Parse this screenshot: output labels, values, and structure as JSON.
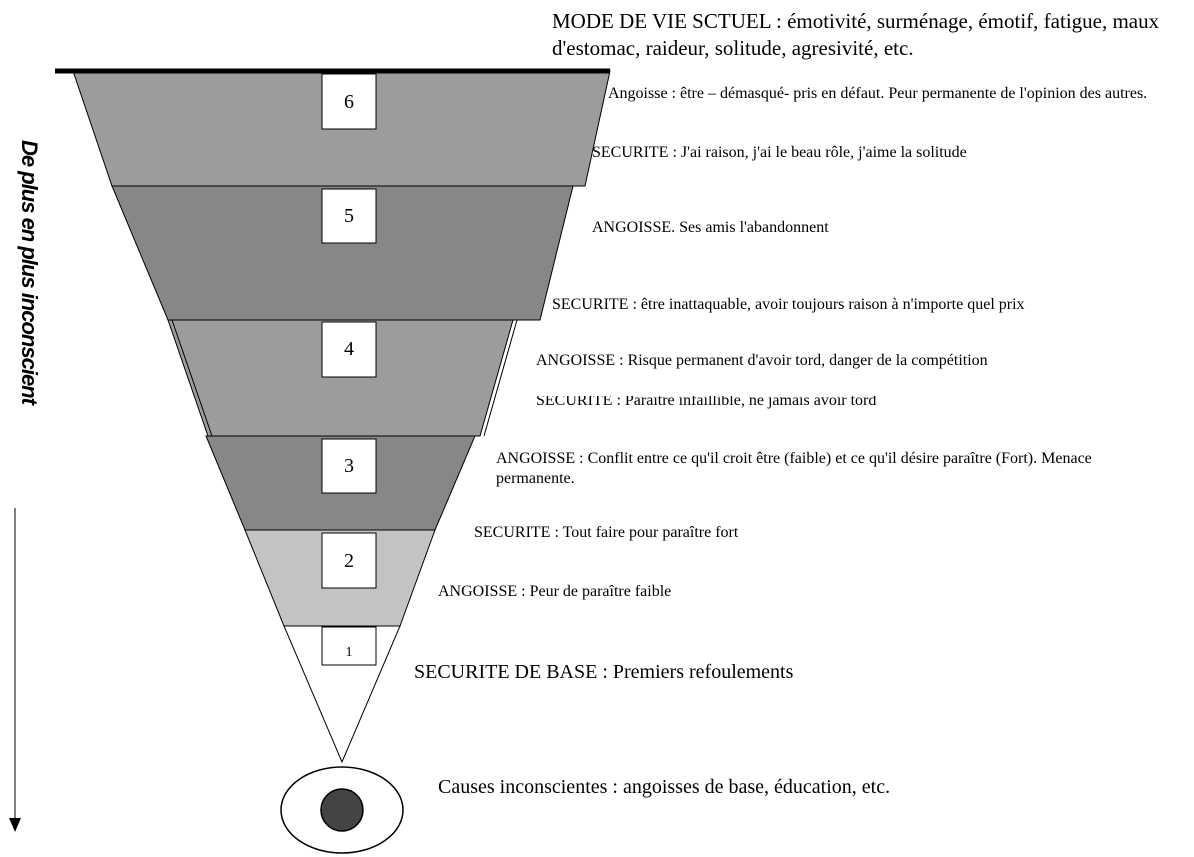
{
  "levels": [
    {
      "number": "6",
      "color": "#9c9c9c"
    },
    {
      "number": "5",
      "color": "#878787"
    },
    {
      "number": "4",
      "color": "#9c9c9c"
    },
    {
      "number": "3",
      "color": "#878787"
    },
    {
      "number": "2",
      "color": "#c3c3c3"
    },
    {
      "number": "1",
      "color": "#ffffff"
    }
  ],
  "labels": {
    "mode_de_vie": "MODE DE VIE SCTUEL : émotivité, surménage, émotif, fatigue, maux d'estomac, raideur, solitude, agresivité, etc.",
    "l6_angoisse": "Angoisse : être – démasqué- pris en défaut. Peur permanente de l'opinion des autres.",
    "l6_securite": "SECURITE : J'ai raison, j'ai le beau rôle, j'aime la solitude",
    "l5_angoisse": "ANGOISSE. Ses amis l'abandonnent",
    "l5_securite": "SECURITE : être inattaquable, avoir toujours raison à n'importe quel prix",
    "l4_angoisse": "ANGOISSE : Risque permanent d'avoir tord, danger de la compétition",
    "l4_securite": "SECURITE : Paraître infaillible, ne jamais avoir tord",
    "l3_angoisse": "ANGOISSE : Conflit entre ce qu'il croit être (faible) et ce qu'il désire paraître (Fort). Menace permanente.",
    "l3_securite": "SECURITE : Tout faire pour paraître fort",
    "l2_angoisse": "ANGOISSE : Peur de paraître faible",
    "l1_securite": "SECURITE DE BASE : Premiers refoulements",
    "causes": "Causes inconscientes : angoisses de base, éducation, etc."
  },
  "side_label": "De plus en plus inconscient",
  "colors": {
    "eye_pupil": "#444444",
    "outline": "#000000"
  }
}
